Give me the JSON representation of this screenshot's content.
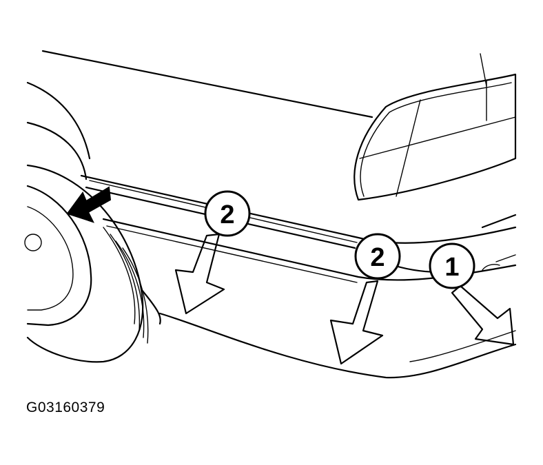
{
  "figure": {
    "code": "G03160379",
    "callouts": [
      {
        "id": "c2a",
        "label": "2"
      },
      {
        "id": "c2b",
        "label": "2"
      },
      {
        "id": "c1",
        "label": "1"
      }
    ]
  }
}
